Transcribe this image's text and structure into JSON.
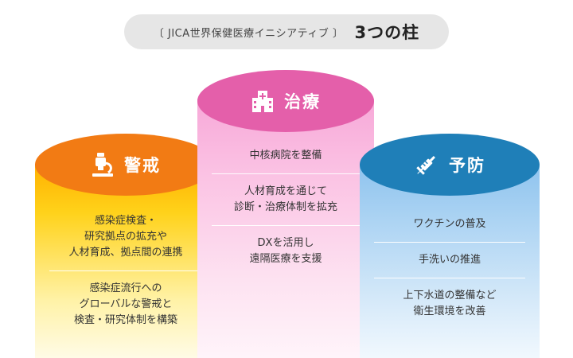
{
  "header": {
    "subtitle": "〔 JICA世界保健医療イニシアティブ 〕",
    "title": "3つの柱"
  },
  "pillars": {
    "left": {
      "label": "警戒",
      "icon": "microscope-icon",
      "color": "#f27b14",
      "items": [
        "感染症検査・\n研究拠点の拡充や\n人材育成、拠点間の連携",
        "感染症流行への\nグローバルな警戒と\n検査・研究体制を構築"
      ]
    },
    "center": {
      "label": "治療",
      "icon": "hospital-icon",
      "color": "#e45faa",
      "items": [
        "中核病院を整備",
        "人材育成を通じて\n診断・治療体制を拡充",
        "DXを活用し\n遠隔医療を支援"
      ]
    },
    "right": {
      "label": "予防",
      "icon": "syringe-icon",
      "color": "#1f7fb8",
      "items": [
        "ワクチンの普及",
        "手洗いの推進",
        "上下水道の整備など\n衛生環境を改善"
      ]
    }
  }
}
